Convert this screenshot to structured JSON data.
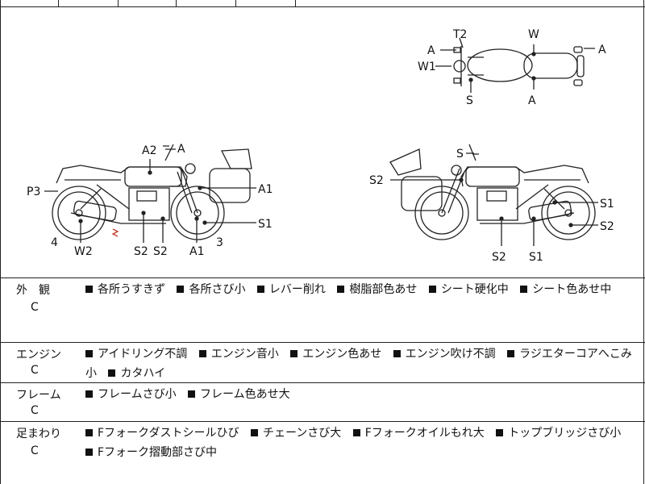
{
  "diagram": {
    "top_view_labels": {
      "t2": "T2",
      "w": "W",
      "a_left": "A",
      "a_right": "A",
      "w1": "W1",
      "s": "S",
      "a_bottom": "A"
    },
    "left_view_labels": {
      "a2": "A2",
      "a": "A",
      "p3": "P3",
      "a1_top": "A1",
      "s1": "S1",
      "num4": "4",
      "w2": "W2",
      "s2a": "S2",
      "s2b": "S2",
      "a1_bottom": "A1",
      "num3": "3"
    },
    "right_view_labels": {
      "s": "S",
      "s2_top": "S2",
      "s1_top": "S1",
      "s2_right": "S2",
      "s2_bottom": "S2",
      "s1_bottom": "S1"
    }
  },
  "sections": [
    {
      "category": "外　観",
      "grade": "C",
      "items": [
        "各所うすきず",
        "各所さび小",
        "レバー削れ",
        "樹脂部色あせ",
        "シート硬化中",
        "シート色あせ中"
      ]
    },
    {
      "category": "エンジン",
      "grade": "C",
      "items": [
        "アイドリング不調",
        "エンジン音小",
        "エンジン色あせ",
        "エンジン吹け不調",
        "ラジエターコアへこみ小",
        "カタハイ"
      ]
    },
    {
      "category": "フレーム",
      "grade": "C",
      "items": [
        "フレームさび小",
        "フレーム色あせ大"
      ]
    },
    {
      "category": "足まわり",
      "grade": "C",
      "items": [
        "Fフォークダストシールひび",
        "チェーンさび大",
        "Fフォークオイルもれ大",
        "トップブリッジさび小",
        "Fフォーク摺動部さび中"
      ]
    }
  ]
}
